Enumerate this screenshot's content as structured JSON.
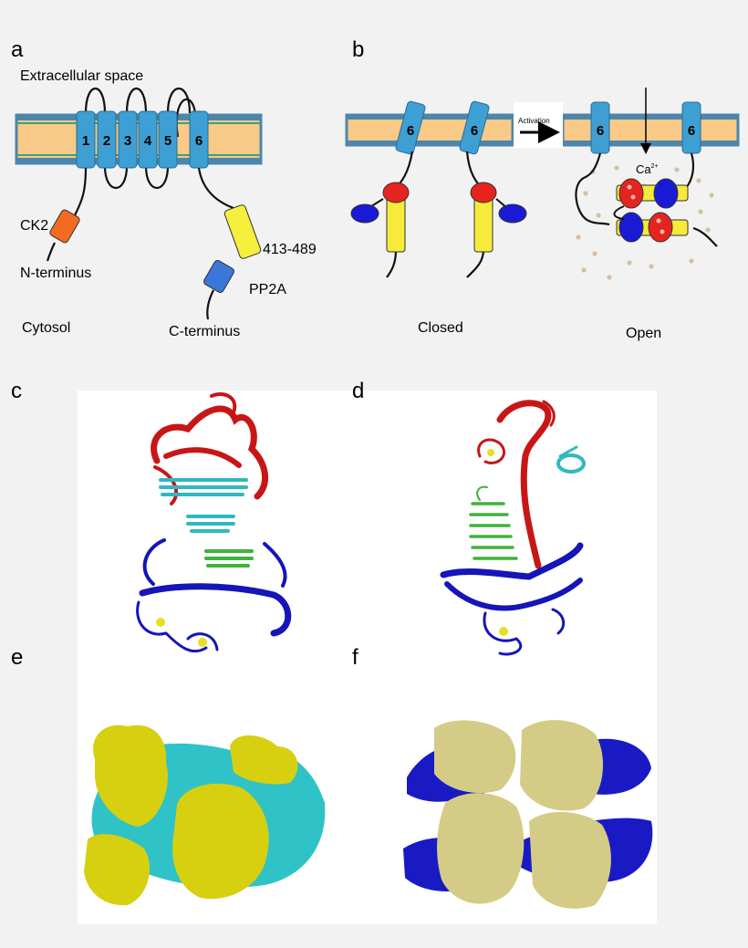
{
  "panels": {
    "a": {
      "letter": "a",
      "extracellular": "Extracellular space",
      "helices": [
        "1",
        "2",
        "3",
        "4",
        "5",
        "6"
      ],
      "ck2": "CK2",
      "n_terminus": "N-terminus",
      "region": "413-489",
      "pp2a": "PP2A",
      "cytosol": "Cytosol",
      "c_terminus": "C-terminus"
    },
    "b": {
      "letter": "b",
      "helix": "6",
      "activation": "Activation",
      "ion": "Ca",
      "ion_charge": "2+",
      "closed": "Closed",
      "open": "Open"
    },
    "c": {
      "letter": "c"
    },
    "d": {
      "letter": "d"
    },
    "e": {
      "letter": "e"
    },
    "f": {
      "letter": "f"
    }
  },
  "colors": {
    "membrane_fill": "#f8c987",
    "membrane_edge": "#4d86ad",
    "membrane_stripe": "#3aa37a",
    "helix": "#3d9fd3",
    "ck2": "#f26b21",
    "region": "#f5ef3d",
    "pp2a": "#3b77d8",
    "calmodulin_red": "#e52420",
    "calmodulin_blue": "#1a1ad6",
    "calmodulin_yellow": "#f6ea3a",
    "ribbon_red": "#c81616",
    "ribbon_blue": "#1515b8",
    "ribbon_cyan": "#31b8c0",
    "ribbon_green": "#3fb33b",
    "surface_yellow": "#d6d010",
    "surface_cyan": "#2fc3c8",
    "surface_khaki": "#d4cc86",
    "surface_blue": "#1a1ac4"
  }
}
